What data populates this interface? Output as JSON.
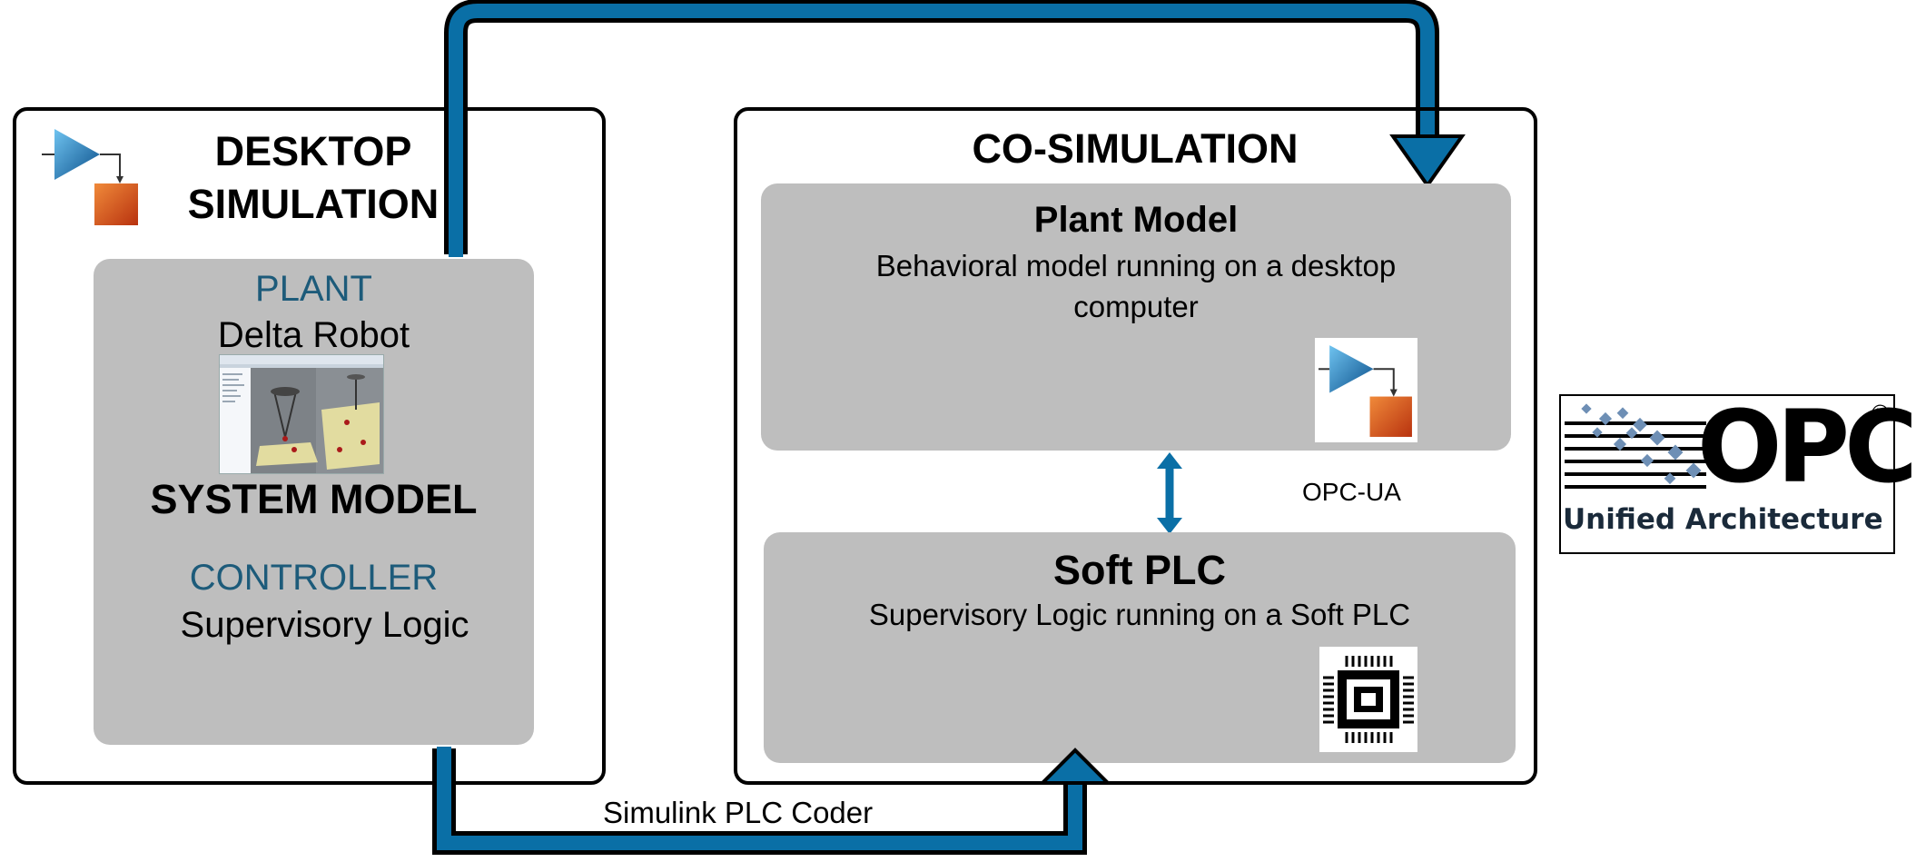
{
  "desktop": {
    "title_line1": "DESKTOP",
    "title_line2": "SIMULATION",
    "plant_label": "PLANT",
    "plant_name": "Delta Robot",
    "system_model": "SYSTEM MODEL",
    "controller_label": "CONTROLLER",
    "controller_name": "Supervisory Logic"
  },
  "cosim": {
    "title": "CO-SIMULATION",
    "plant_title": "Plant Model",
    "plant_desc_line1": "Behavioral model running on a desktop",
    "plant_desc_line2": "computer",
    "link_label": "OPC-UA",
    "plc_title": "Soft PLC",
    "plc_desc": "Supervisory Logic running on a Soft PLC"
  },
  "bottom_arrow_label": "Simulink PLC Coder",
  "opc_logo": {
    "wordmark": "OPC",
    "caption": "Unified Architecture",
    "registered": "®"
  },
  "colors": {
    "arrow_blue": "#0a6fa6",
    "box_gray": "#bebebe",
    "label_blue": "#1d5b7a",
    "simulink_orange": "#d2501c"
  },
  "icons": [
    "simulink-icon",
    "robot-screenshot",
    "chip-icon",
    "opc-ua-logo"
  ]
}
